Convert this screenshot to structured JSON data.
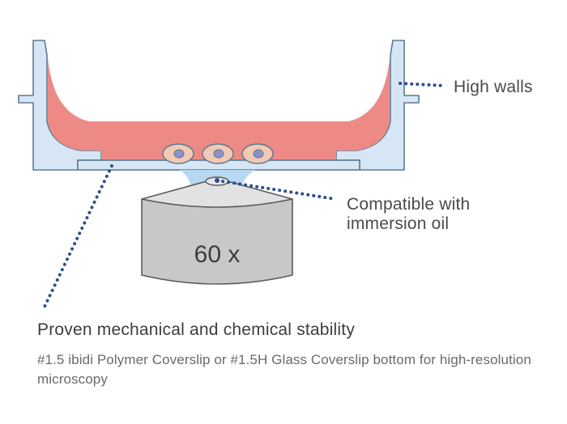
{
  "callouts": {
    "high_walls": "High walls",
    "immersion_oil": "Compatible with immersion oil"
  },
  "objective": {
    "magnification": "60 x"
  },
  "caption": {
    "title": "Proven mechanical and chemical stability",
    "description": "#1.5 ibidi Polymer Coverslip or #1.5H Glass Coverslip bottom for high-resolution microscopy"
  },
  "colors": {
    "dish_fill": "#d6e6f4",
    "dish_stroke": "#5b7a95",
    "medium": "#ee8a86",
    "immersion_oil": "#b7d8f3",
    "cell_fill": "#f2c9b3",
    "nucleus": "#8f92c8",
    "objective": "#c8c8c8",
    "leader_line": "#2f4f8f"
  },
  "icons": {
    "cells": "cell-with-nucleus",
    "objective": "microscope-objective"
  }
}
